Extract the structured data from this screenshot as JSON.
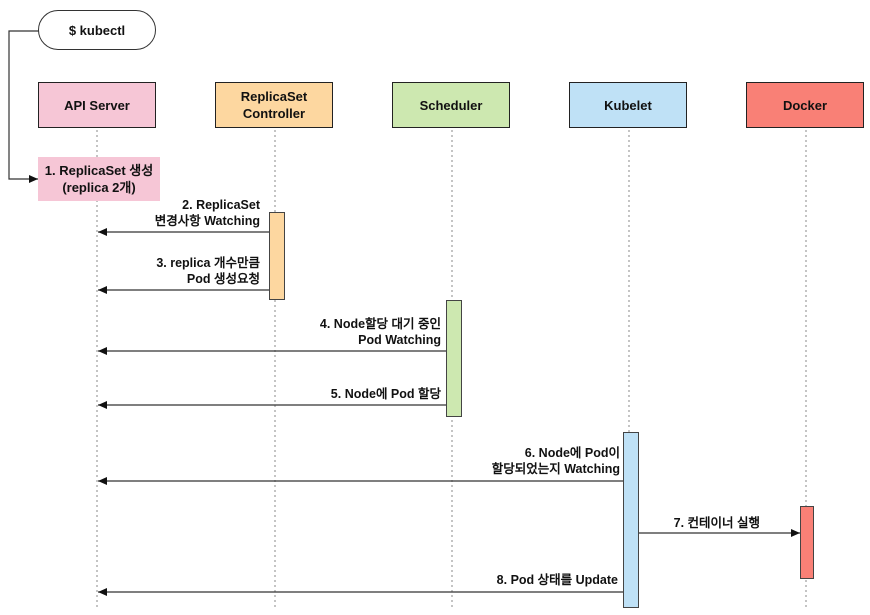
{
  "command": "$ kubectl",
  "participants": [
    {
      "label": "API Server",
      "color": "#f6c6d6"
    },
    {
      "label": "ReplicaSet\nController",
      "color": "#fdd7a0"
    },
    {
      "label": "Scheduler",
      "color": "#cde8b0"
    },
    {
      "label": "Kubelet",
      "color": "#bfe1f6"
    },
    {
      "label": "Docker",
      "color": "#f98076"
    }
  ],
  "note": "1. ReplicaSet 생성\n(replica 2개)",
  "messages": [
    {
      "text": "2. ReplicaSet\n변경사항 Watching"
    },
    {
      "text": "3. replica 개수만큼\nPod 생성요청"
    },
    {
      "text": "4. Node할당 대기 중인\nPod Watching"
    },
    {
      "text": "5. Node에 Pod 할당"
    },
    {
      "text": "6. Node에 Pod이\n할당되었는지 Watching"
    },
    {
      "text": "7. 컨테이너 실행"
    },
    {
      "text": "8. Pod 상태를 Update"
    }
  ]
}
